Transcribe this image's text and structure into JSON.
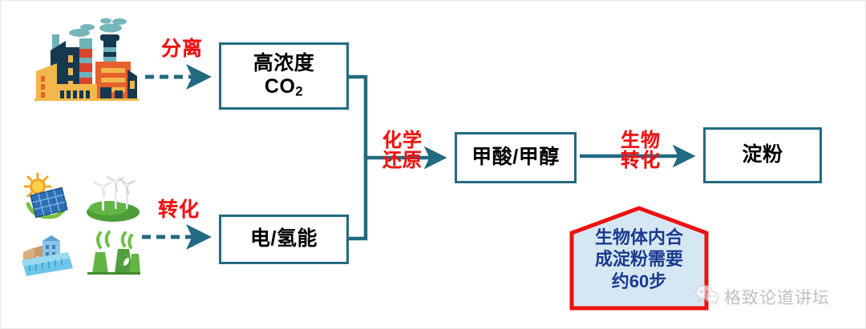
{
  "diagram": {
    "title_visible": false,
    "colors": {
      "box_border": "#226a80",
      "connector": "#226a80",
      "label_red": "#ee1111",
      "callout_border": "#ee1111",
      "callout_fill": "#d6e7f4",
      "callout_text": "#1a3a8f",
      "watermark_text": "#9a9a9a",
      "frame_border": "#e9e9e9"
    },
    "boxes": [
      {
        "id": "co2",
        "line1": "高浓度",
        "line2": "CO",
        "sub": "2"
      },
      {
        "id": "energy",
        "line1": "电/氢能"
      },
      {
        "id": "formic",
        "line1": "甲酸/甲醇"
      },
      {
        "id": "starch",
        "line1": "淀粉"
      }
    ],
    "arrow_labels": {
      "separate": "分离",
      "convert": "转化",
      "chemical_reduction": "化学\n还原",
      "bio_conversion": "生物\n转化"
    },
    "callout": {
      "text": "生物体内合\n成淀粉需要\n约60步",
      "steps": 60
    },
    "source_icons": [
      {
        "name": "factory-illustration",
        "label": "factory"
      },
      {
        "name": "solar-panel-illustration",
        "label": "solar"
      },
      {
        "name": "wind-turbine-illustration",
        "label": "wind"
      },
      {
        "name": "hydro-dam-illustration",
        "label": "hydro"
      },
      {
        "name": "green-power-plant-illustration",
        "label": "biomass"
      }
    ],
    "watermark": {
      "text": "格致论道讲坛",
      "icon": "wechat-icon"
    },
    "flow": {
      "nodes": [
        "factory",
        "高浓度CO2",
        "电/氢能",
        "甲酸/甲醇",
        "淀粉"
      ],
      "edges": [
        {
          "from": "factory",
          "to": "高浓度CO2",
          "label": "分离",
          "style": "dashed"
        },
        {
          "from": "renewables",
          "to": "电/氢能",
          "label": "转化",
          "style": "dashed"
        },
        {
          "from": "高浓度CO2",
          "to": "甲酸/甲醇",
          "label": "化学还原",
          "style": "solid"
        },
        {
          "from": "电/氢能",
          "to": "甲酸/甲醇",
          "label": "化学还原",
          "style": "solid"
        },
        {
          "from": "甲酸/甲醇",
          "to": "淀粉",
          "label": "生物转化",
          "style": "solid"
        }
      ]
    }
  }
}
